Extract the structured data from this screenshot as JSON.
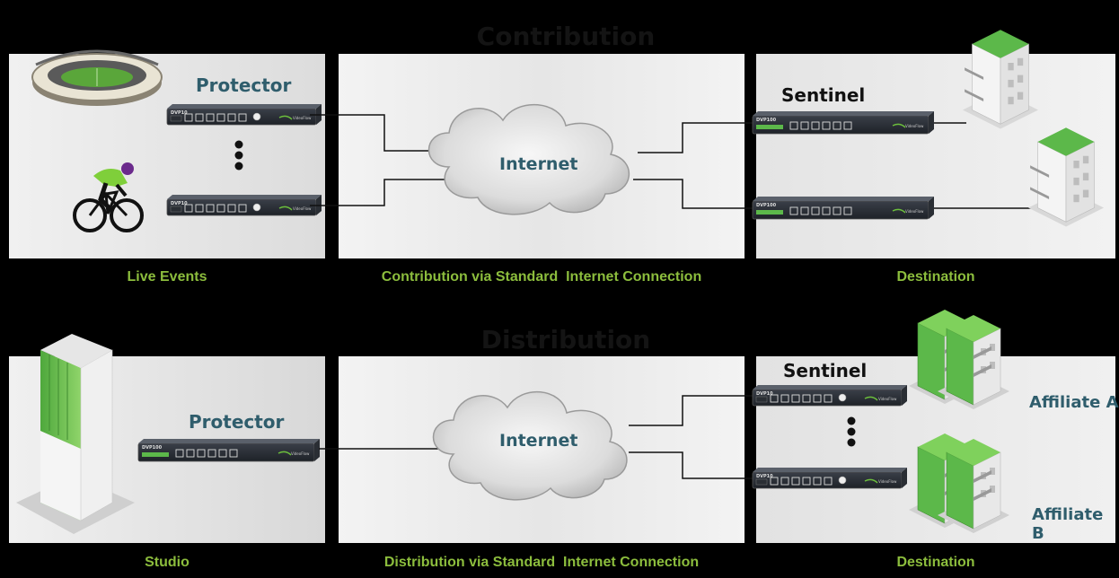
{
  "sections": {
    "contribution": "Contribution",
    "distribution": "Distribution"
  },
  "captions": {
    "live_events": "Live Events",
    "contribution_via": "Contribution via Standard  Internet Connection",
    "destination_top": "Destination",
    "studio": "Studio",
    "distribution_via": "Distribution via Standard  Internet Connection",
    "destination_bottom": "Destination"
  },
  "labels": {
    "protector_top": "Protector",
    "sentinel_top": "Sentinel",
    "internet_top": "Internet",
    "protector_bottom": "Protector",
    "sentinel_bottom": "Sentinel",
    "internet_bottom": "Internet",
    "affiliate_a": "Affiliate A",
    "affiliate_b": "Affiliate B"
  },
  "devices": {
    "model_small": "DVP10",
    "model_large": "DVP100"
  },
  "colors": {
    "caption_green": "#8cbd3d",
    "label_blue": "#2f5d6c",
    "building_green": "#5cb84a"
  }
}
